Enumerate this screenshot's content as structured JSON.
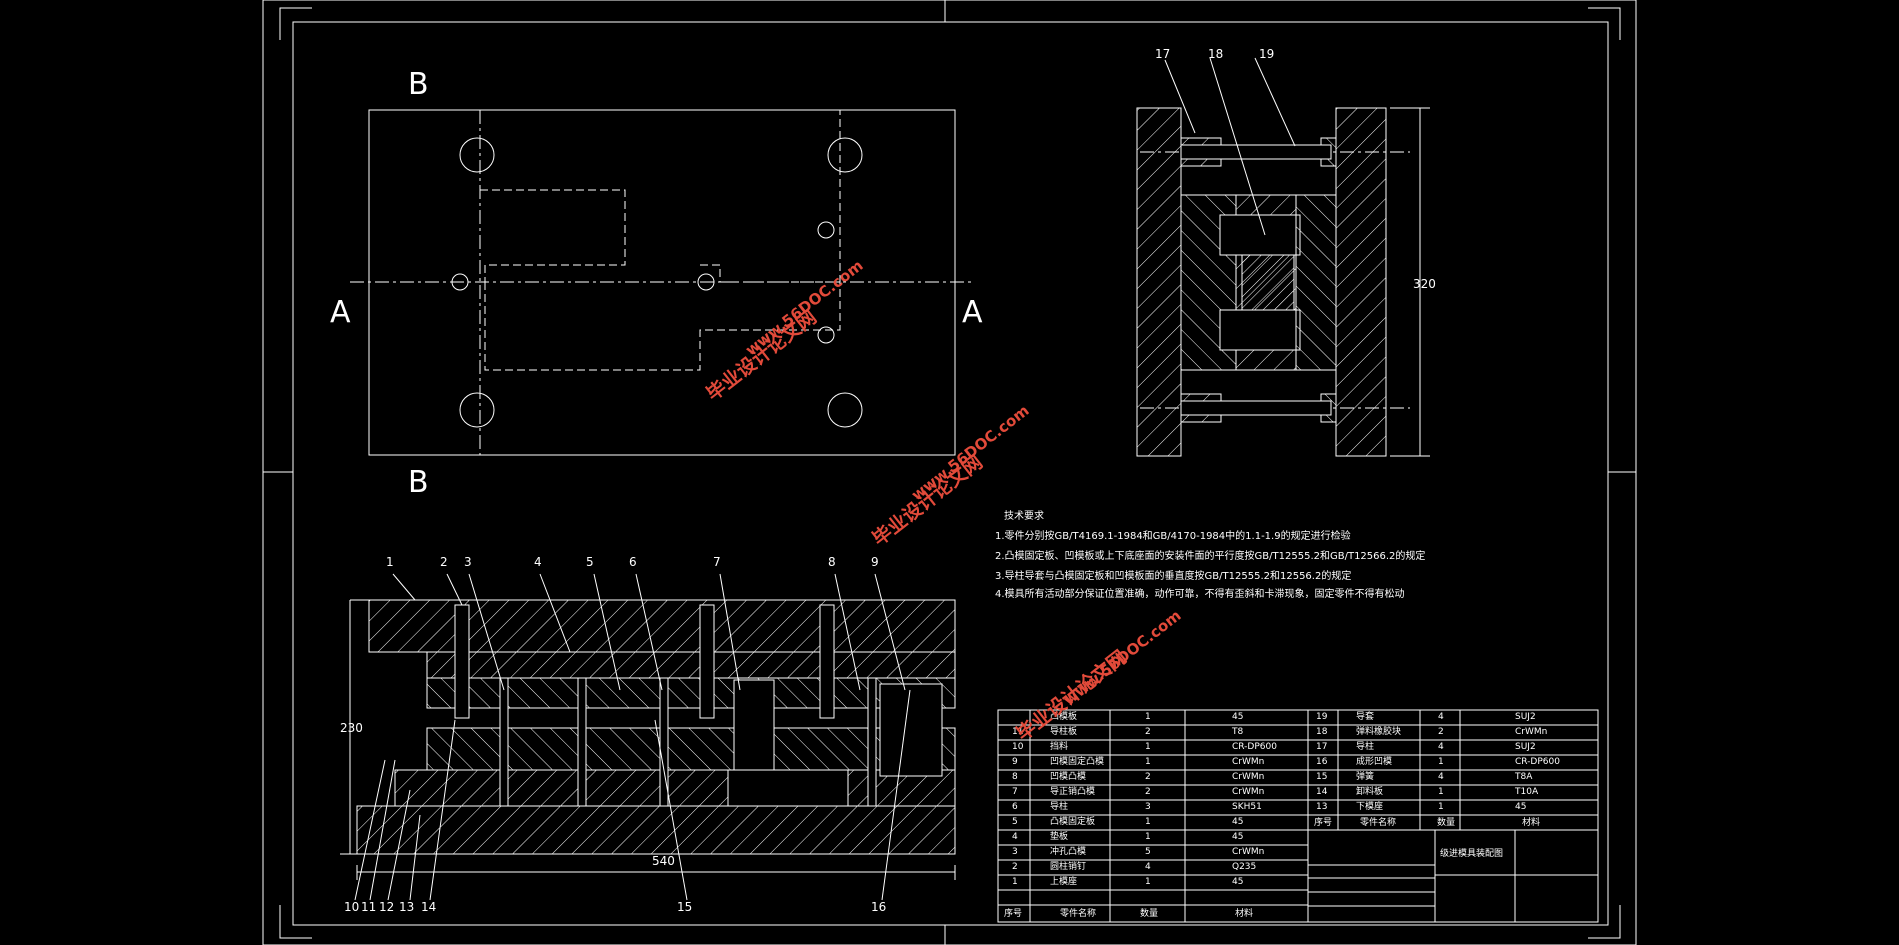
{
  "section_labels": {
    "b_top": "B",
    "b_bottom": "B",
    "a_left": "A",
    "a_right": "A"
  },
  "side_callouts": [
    "17",
    "18",
    "19"
  ],
  "side_dim": "320",
  "front_callouts_top": [
    "1",
    "2",
    "3",
    "4",
    "5",
    "6",
    "7",
    "8",
    "9"
  ],
  "front_callouts_bottom": [
    "10",
    "11",
    "12",
    "13",
    "14",
    "15",
    "16"
  ],
  "dim_height": "230",
  "dim_width": "540",
  "tech": {
    "title": "技术要求",
    "lines": [
      "1.零件分别按GB/T4169.1-1984和GB/4170-1984中的1.1-1.9的规定进行检验",
      "2.凸模固定板、凹模板或上下底座面的安装件面的平行度按GB/T12555.2和GB/T12566.2的规定",
      "3.导柱导套与凸模固定板和凹模板面的垂直度按GB/T12555.2和12556.2的规定",
      "4.模具所有活动部分保证位置准确，动作可靠，不得有歪斜和卡滞现象，固定零件不得有松动"
    ]
  },
  "bom_left": [
    {
      "no": "",
      "name": "凸模板",
      "qty": "1",
      "mat": "45"
    },
    {
      "no": "11",
      "name": "导柱板",
      "qty": "2",
      "mat": "T8"
    },
    {
      "no": "10",
      "name": "挡料",
      "qty": "1",
      "mat": "CR-DP600"
    },
    {
      "no": "9",
      "name": "凹模固定凸模",
      "qty": "1",
      "mat": "CrWMn"
    },
    {
      "no": "8",
      "name": "凹模凸模",
      "qty": "2",
      "mat": "CrWMn"
    },
    {
      "no": "7",
      "name": "导正销凸模",
      "qty": "2",
      "mat": "CrWMn"
    },
    {
      "no": "6",
      "name": "导柱",
      "qty": "3",
      "mat": "SKH51"
    },
    {
      "no": "5",
      "name": "凸模固定板",
      "qty": "1",
      "mat": "45"
    },
    {
      "no": "4",
      "name": "垫板",
      "qty": "1",
      "mat": "45"
    },
    {
      "no": "3",
      "name": "冲孔凸模",
      "qty": "5",
      "mat": "CrWMn"
    },
    {
      "no": "2",
      "name": "圆柱销钉",
      "qty": "4",
      "mat": "Q235"
    },
    {
      "no": "1",
      "name": "上模座",
      "qty": "1",
      "mat": "45"
    }
  ],
  "bom_right": [
    {
      "no": "19",
      "name": "导套",
      "qty": "4",
      "mat": "SUJ2"
    },
    {
      "no": "18",
      "name": "弹料橡胶块",
      "qty": "2",
      "mat": "CrWMn"
    },
    {
      "no": "17",
      "name": "导柱",
      "qty": "4",
      "mat": "SUJ2"
    },
    {
      "no": "16",
      "name": "成形凹模",
      "qty": "1",
      "mat": "CR-DP600"
    },
    {
      "no": "15",
      "name": "弹簧",
      "qty": "4",
      "mat": "T8A"
    },
    {
      "no": "14",
      "name": "卸料板",
      "qty": "1",
      "mat": "T10A"
    },
    {
      "no": "13",
      "name": "下模座",
      "qty": "1",
      "mat": "45"
    }
  ],
  "bom_header": {
    "no": "序号",
    "name": "零件名称",
    "qty": "数量",
    "mat": "材料"
  },
  "bom_header_right": {
    "no": "序号",
    "name": "零件名称",
    "qty": "数量",
    "mat": "材料"
  },
  "title_block": {
    "drawing_name": "级进模具装配图"
  },
  "watermarks": [
    "毕业设计论文网",
    "www.56DOC.com"
  ]
}
